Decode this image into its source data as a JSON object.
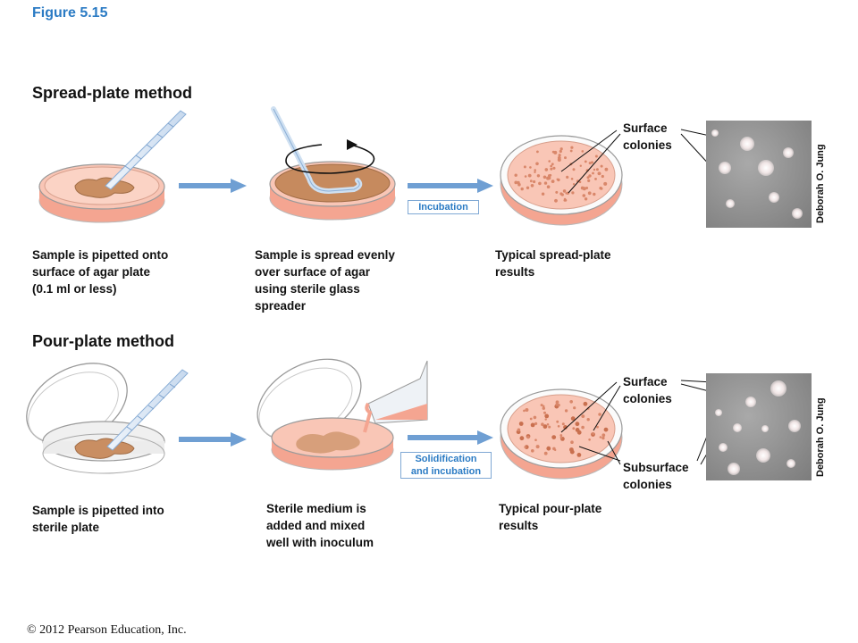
{
  "figure_label": "Figure 5.15",
  "spread": {
    "title": "Spread-plate method",
    "step1_caption": "Sample is pipetted onto\nsurface of agar plate\n(0.1 ml or less)",
    "step2_caption": "Sample is spread evenly\nover surface of agar\nusing sterile glass\nspreader",
    "step3_caption": "Typical spread-plate\nresults",
    "process_label": "Incubation",
    "surface_label": "Surface\ncolonies",
    "credit": "Deborah O. Jung"
  },
  "pour": {
    "title": "Pour-plate method",
    "step1_caption": "Sample is pipetted into\nsterile plate",
    "step2_caption": "Sterile medium is\nadded and mixed\nwell with inoculum",
    "step3_caption": "Typical pour-plate\nresults",
    "process_label": "Solidification\nand incubation",
    "surface_label": "Surface\ncolonies",
    "subsurface_label": "Subsurface\ncolonies",
    "credit": "Deborah O. Jung"
  },
  "copyright": "© 2012 Pearson Education, Inc.",
  "colors": {
    "accent": "#2b7bc4",
    "agar": "#f7b8a4",
    "sample": "#c98e62",
    "arrow": "#6f9fd3"
  }
}
